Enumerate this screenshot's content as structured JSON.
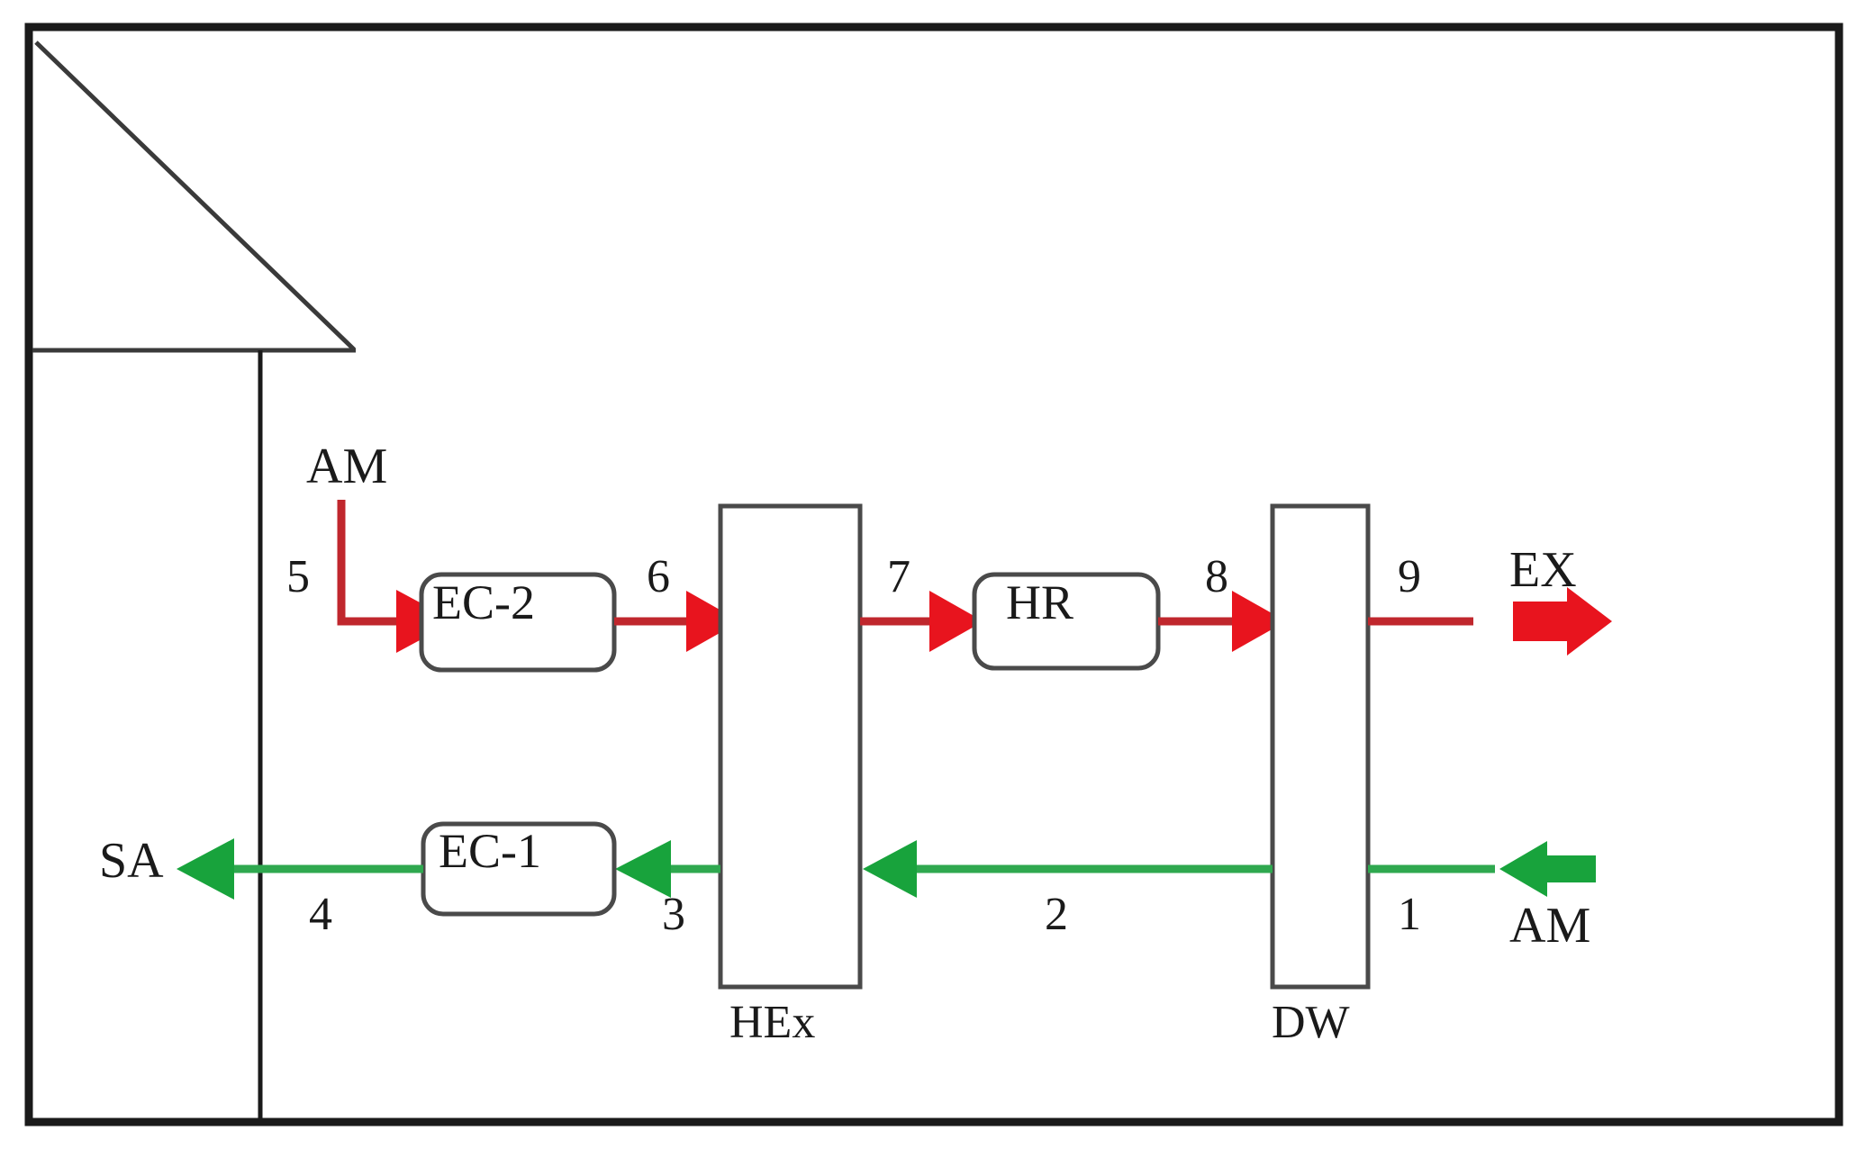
{
  "diagram": {
    "title_text": "",
    "colors": {
      "hot_stream": "#C0272D",
      "hot_arrow_fill": "#E8141E",
      "cold_stream": "#2FA84F",
      "cold_arrow_fill": "#18A33C",
      "outline": "#1a1a1a",
      "component_outline": "#555555",
      "background": "#ffffff"
    },
    "outer_frame": {
      "name": "outer-border"
    },
    "building": {
      "roof_label": "roof-line",
      "wall_label": "wall-line"
    },
    "components": [
      {
        "id": "ec2",
        "label": "EC-2",
        "shape": "rounded-rect"
      },
      {
        "id": "hr",
        "label": "HR",
        "shape": "rounded-rect"
      },
      {
        "id": "ec1",
        "label": "EC-1",
        "shape": "rounded-rect"
      },
      {
        "id": "hex",
        "label": "HEx",
        "shape": "tall-rect"
      },
      {
        "id": "dw",
        "label": "DW",
        "shape": "tall-rect"
      }
    ],
    "stream_numbers": {
      "n1": "1",
      "n2": "2",
      "n3": "3",
      "n4": "4",
      "n5": "5",
      "n6": "6",
      "n7": "7",
      "n8": "8",
      "n9": "9"
    },
    "port_labels": {
      "am_top": "AM",
      "am_right": "AM",
      "ex_right": "EX",
      "sa_left": "SA"
    },
    "column_labels": {
      "hex": "HEx",
      "dw": "DW"
    },
    "flows": [
      {
        "from": "AM",
        "to": "EC-2",
        "number": "5",
        "color": "hot_stream"
      },
      {
        "from": "EC-2",
        "to": "HEx",
        "number": "6",
        "color": "hot_stream"
      },
      {
        "from": "HEx",
        "to": "HR",
        "number": "7",
        "color": "hot_stream"
      },
      {
        "from": "HR",
        "to": "DW",
        "number": "8",
        "color": "hot_stream"
      },
      {
        "from": "DW",
        "to": "EX",
        "number": "9",
        "color": "hot_stream"
      },
      {
        "from": "AM",
        "to": "DW",
        "number": "1",
        "color": "cold_stream"
      },
      {
        "from": "DW",
        "to": "HEx",
        "number": "2",
        "color": "cold_stream"
      },
      {
        "from": "HEx",
        "to": "EC-1",
        "number": "3",
        "color": "cold_stream"
      },
      {
        "from": "EC-1",
        "to": "SA",
        "number": "4",
        "color": "cold_stream"
      }
    ]
  }
}
